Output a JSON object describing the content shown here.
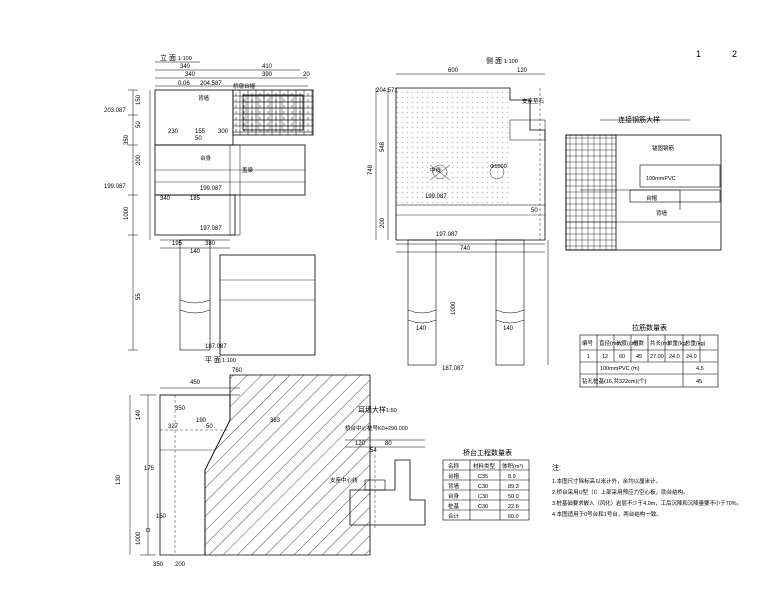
{
  "page_numbers": [
    "1",
    "2"
  ],
  "views": {
    "elevation": {
      "title": "立 面",
      "scale": "1:100",
      "dims": [
        "340",
        "410",
        "340",
        "390",
        "20",
        "0.06",
        "204.587",
        "150",
        "50",
        "350",
        "200",
        "1000",
        "55",
        "230",
        "155",
        "300",
        "50",
        "340",
        "185",
        "195",
        "380",
        "140"
      ],
      "elevations": [
        "203.087",
        "199.087",
        "199.087",
        "197.087",
        "187.087"
      ],
      "labels": [
        "桥墩台帽",
        "背墙",
        "台身",
        "盖梁"
      ]
    },
    "plan": {
      "title": "平 面",
      "scale": "1:100",
      "dims": [
        "760",
        "450",
        "350",
        "190",
        "383",
        "327",
        "50",
        "175",
        "130",
        "140",
        "1000",
        "150",
        "350",
        "200"
      ]
    },
    "side": {
      "title": "侧 面",
      "scale": "1:100",
      "dims": [
        "600",
        "120",
        "748",
        "548",
        "200",
        "740",
        "1000",
        "140",
        "140",
        "50"
      ],
      "elevations": [
        "204.571",
        "199.087",
        "197.087",
        "187.087"
      ],
      "labels": [
        "支座垫石",
        "中线",
        "Φ1000"
      ]
    },
    "joint_detail": {
      "title": "连接钢筋大样",
      "labels": [
        "锚固钢筋",
        "100mmPVC",
        "台帽",
        "背墙"
      ]
    },
    "bearing_detail": {
      "title": "耳墙大样",
      "scale": "1:50",
      "note": "桥台中心桩号K0+290.000",
      "dims": [
        "120",
        "80",
        "54"
      ],
      "labels": [
        "支座中心线"
      ]
    }
  },
  "rebar_table": {
    "title": "拉筋数量表",
    "headers": [
      "编号",
      "直径(mm)",
      "长度(cm)",
      "根数",
      "共长(m)",
      "单重(kg)",
      "总重(kg)"
    ],
    "rows": [
      [
        "1",
        "12",
        "60",
        "45",
        "27.00",
        "24.0",
        "24.0"
      ],
      [
        "",
        "100mmPVC (m)",
        "",
        "",
        "",
        "",
        "4.5"
      ],
      [
        "",
        "钻孔桩基(16,共322cm)(个)",
        "",
        "",
        "",
        "",
        "45"
      ]
    ]
  },
  "quantity_table": {
    "title": "桥台工程数量表",
    "headers": [
      "名称",
      "材料类型",
      "体积(m³)"
    ],
    "rows": [
      [
        "台帽",
        "C35",
        "8.9"
      ],
      [
        "背墙",
        "C30",
        "89.3"
      ],
      [
        "台身",
        "C30",
        "50.0"
      ],
      [
        "桩基",
        "C30",
        "22.6"
      ],
      [
        "合计",
        "",
        "60.0"
      ]
    ]
  },
  "notes": {
    "title": "注:",
    "lines": [
      "1.本图尺寸除标高以米计外，余均以厘米计。",
      "2.桥台采用U型（Ⅰ）上部采用预应力空心板，肋台结构。",
      "3.桩基础要求嵌入（风化）岩层不少于4.0m，工后沉降和沉降量要不小于70%。",
      "4.本图适用于0号台和1号台，两台结构一致。"
    ]
  }
}
